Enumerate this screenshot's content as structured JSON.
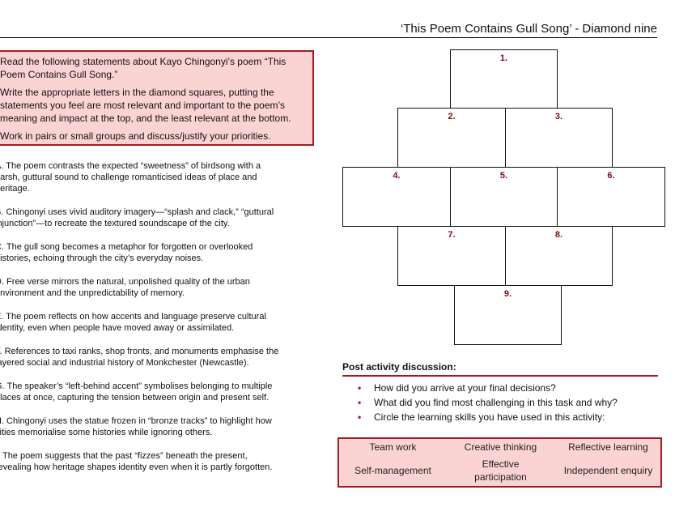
{
  "title": "‘This Poem Contains Gull Song’ - Diamond nine",
  "instructions": [
    "Read the following statements about Kayo Chingonyi’s poem “This Poem Contains Gull Song.”",
    "Write the appropriate letters in the diamond squares, putting the statements you feel are most relevant and important to the poem’s meaning and impact at the top, and the least relevant at the bottom.",
    "Work in pairs or small groups and discuss/justify your priorities."
  ],
  "statements": [
    {
      "l1": "A. The poem contrasts the expected “sweetness” of birdsong with a",
      "l2": "harsh, guttural sound to challenge romanticised ideas of place and",
      "l3": "heritage."
    },
    {
      "l1": "B. Chingonyi uses vivid auditory imagery—“splash and clack,” “guttural",
      "l2": "injunction”—to recreate the textured soundscape of the city."
    },
    {
      "l1": "C. The gull song becomes a metaphor for forgotten or overlooked",
      "l2": "histories, echoing through the city’s everyday noises."
    },
    {
      "l1": "D. Free verse mirrors the natural, unpolished quality of the urban",
      "l2": "environment and the unpredictability of memory."
    },
    {
      "l1": "E. The poem reflects on how accents and language preserve cultural",
      "l2": "identity, even when people have moved away or assimilated."
    },
    {
      "l1": "F. References to taxi ranks, shop fronts, and monuments emphasise the",
      "l2": "layered social and industrial history of Monkchester (Newcastle)."
    },
    {
      "l1": "G. The speaker’s “left-behind accent” symbolises belonging to multiple",
      "l2": "places at once, capturing the tension between origin and present self."
    },
    {
      "l1": "H. Chingonyi uses the statue frozen in “bronze tracks” to highlight how",
      "l2": "cities memorialise some histories while ignoring others."
    },
    {
      "l1": "I. The poem suggests that the past “fizzes” beneath the present,",
      "l2": "revealing how heritage shapes identity even when it is partly forgotten."
    }
  ],
  "diamond": [
    "1.",
    "2.",
    "3.",
    "4.",
    "5.",
    "6.",
    "7.",
    "8.",
    "9."
  ],
  "post": {
    "title": "Post activity discussion:",
    "items": [
      "How did you arrive at your final decisions?",
      "What did you find most challenging in this task and why?",
      "Circle the learning skills you have used in this activity:"
    ]
  },
  "skills": {
    "team_work": "Team work",
    "creative_thinking": "Creative thinking",
    "reflective_learning": "Reflective learning",
    "self_management": "Self-management",
    "effective_participation_1": "Effective",
    "effective_participation_2": "participation",
    "independent_enquiry": "Independent enquiry"
  },
  "colors": {
    "accent": "#a11c21",
    "box_fill": "#fcd3d3",
    "number": "#7a0c11"
  }
}
